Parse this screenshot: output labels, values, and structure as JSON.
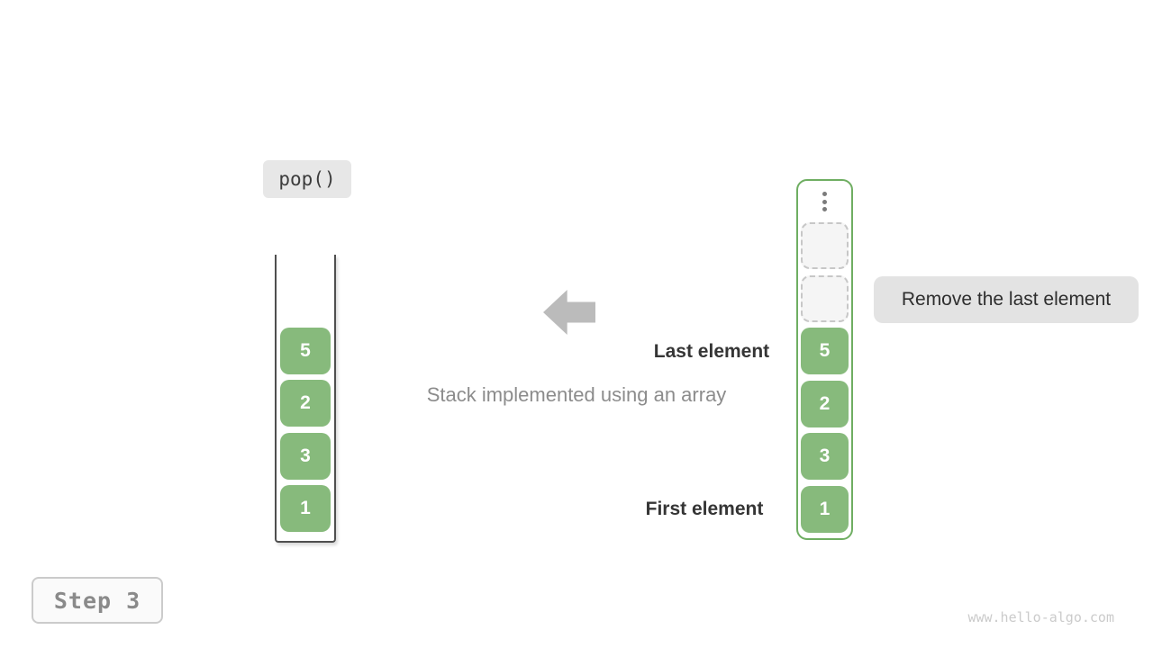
{
  "labels": {
    "operation": "pop()",
    "step": "Step 3",
    "last_element": "Last element",
    "first_element": "First element",
    "caption": "Stack implemented using an array",
    "tooltip": "Remove the last element",
    "watermark": "www.hello-algo.com"
  },
  "stack_left": {
    "values": [
      "5",
      "2",
      "3",
      "1"
    ]
  },
  "stack_right": {
    "values": [
      "5",
      "2",
      "3",
      "1"
    ],
    "empty_slots": 2,
    "ellipsis_dots": 3
  },
  "colors": {
    "box_green": "#87ba7c",
    "container_green": "#6fae62",
    "label_bg": "#e7e7e7",
    "tooltip_bg": "#e3e3e3",
    "arrow_gray": "#bbbbbb",
    "text_dark": "#353535",
    "text_gray": "#8c8c8c",
    "watermark_gray": "#cbcbcb"
  }
}
